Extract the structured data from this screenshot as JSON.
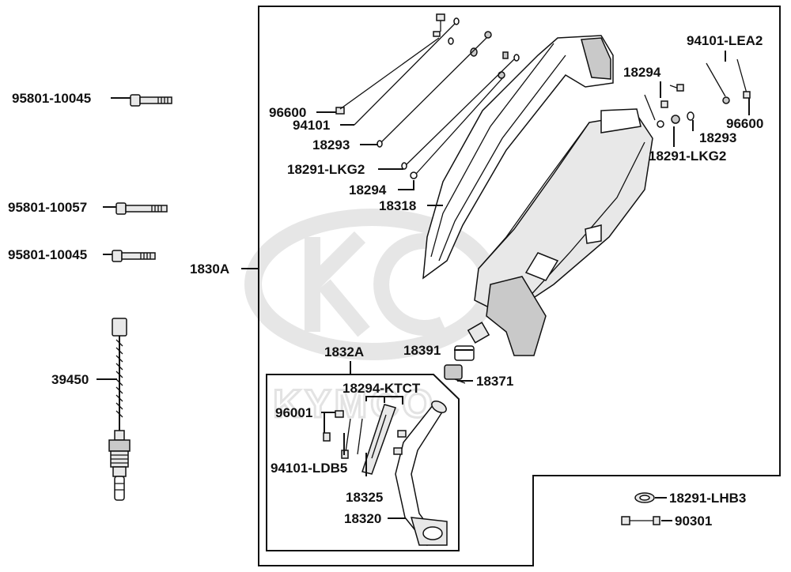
{
  "watermark": "KYMCO",
  "labels": {
    "bolt_a": "95801-10045",
    "bolt_b": "95801-10057",
    "bolt_c": "95801-10045",
    "assembly": "1830A",
    "sensor": "39450",
    "screw_96600_l": "96600",
    "nut_94101_l": "94101",
    "washer_18293_l": "18293",
    "gasket_18291_l": "18291-LKG2",
    "washer_18294_l": "18294",
    "cover_18318": "18318",
    "washer_18294_r": "18294",
    "nut_94101_lea2": "94101-LEA2",
    "screw_96600_r": "96600",
    "washer_18293_r": "18293",
    "gasket_18291_r": "18291-LKG2",
    "part_18391": "18391",
    "part_18371": "18371",
    "sub_assembly": "1832A",
    "kit_18294": "18294-KTCT",
    "screw_96001": "96001",
    "nut_94101_ldb5": "94101-LDB5",
    "guard_18325": "18325",
    "pipe_18320": "18320",
    "gasket_18291_lhb3": "18291-LHB3",
    "screw_90301": "90301"
  }
}
